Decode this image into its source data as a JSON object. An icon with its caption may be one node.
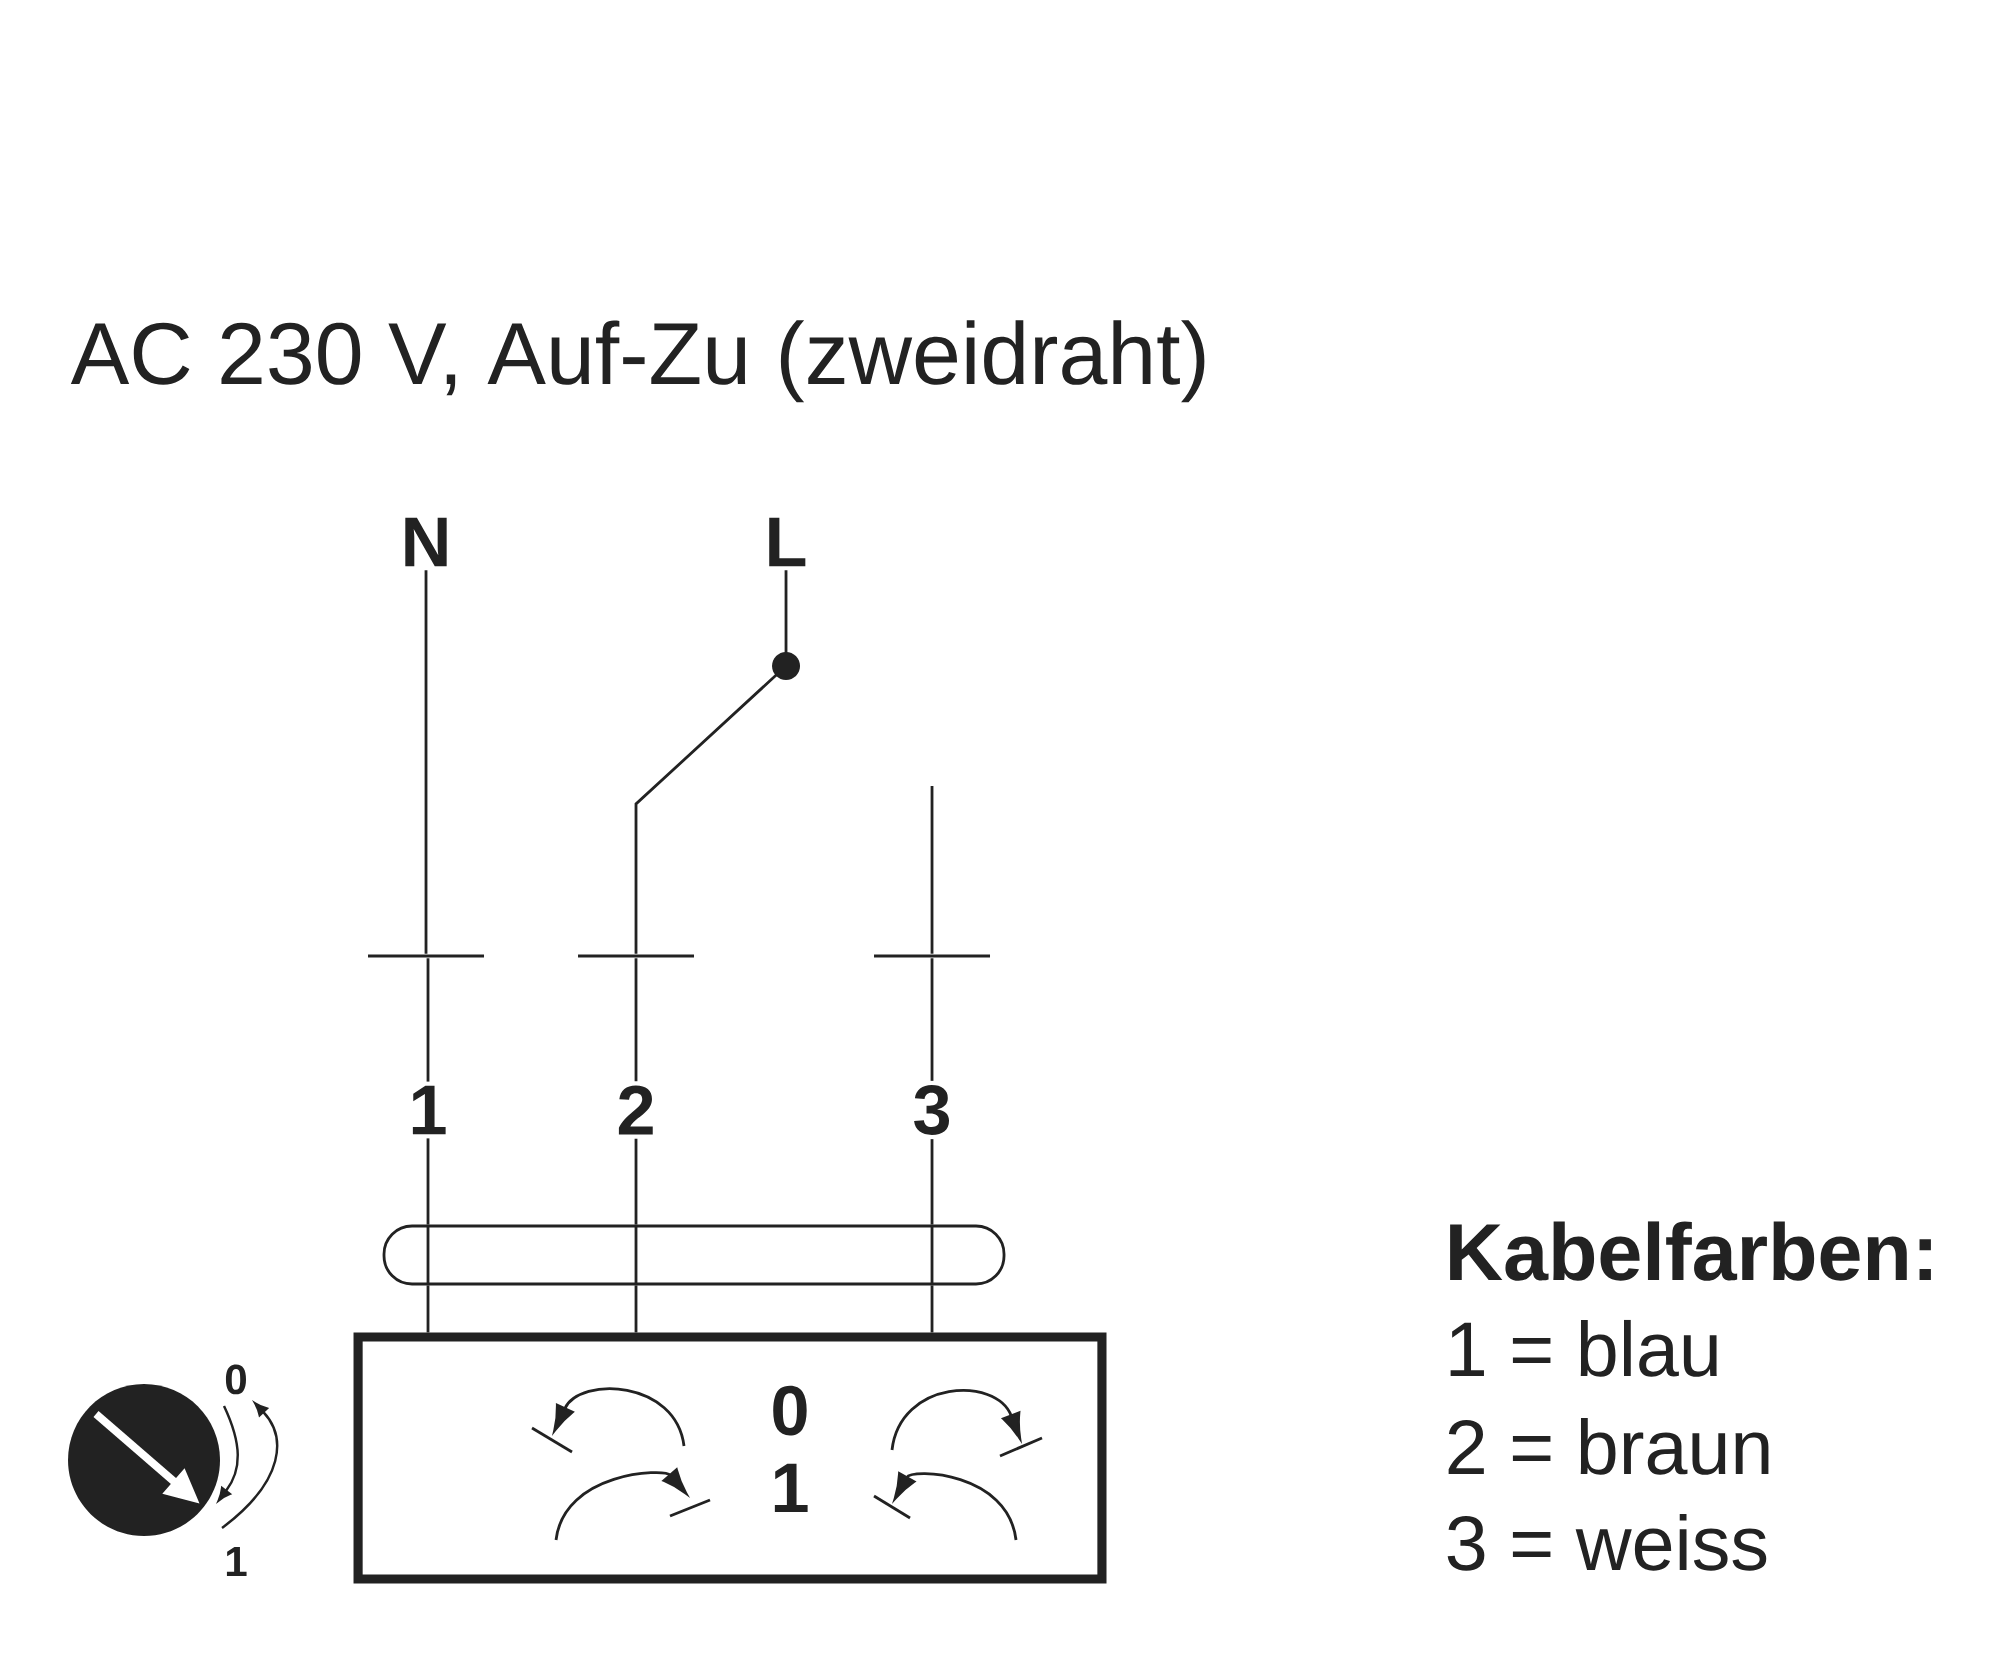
{
  "diagram": {
    "title": "AC 230 V, Auf-Zu (zweidraht)",
    "nodes": [
      {
        "text": [
          "N"
        ]
      },
      {
        "text": [
          "L"
        ]
      },
      {
        "text": [],
        "shape": "bar"
      },
      {
        "text": [],
        "shape": "bar"
      },
      {
        "text": [],
        "shape": "bar"
      },
      {
        "text": [
          "1"
        ]
      },
      {
        "text": [
          "2"
        ]
      },
      {
        "text": [
          "3"
        ]
      },
      {
        "text": [],
        "shape": "box"
      },
      {
        "text": [
          "0",
          "1"
        ]
      }
    ],
    "edges": [
      {
        "from": 0,
        "to": 2,
        "arrow": "none"
      },
      {
        "from": 1,
        "to": 3,
        "arrow": "none"
      },
      {
        "from": null,
        "to": 4,
        "arrow": "none"
      },
      {
        "from": 2,
        "to": 5,
        "arrow": "none"
      },
      {
        "from": 3,
        "to": 6,
        "arrow": "none"
      },
      {
        "from": 4,
        "to": 7,
        "arrow": "none"
      },
      {
        "from": 5,
        "to": 8,
        "arrow": "none"
      },
      {
        "from": 6,
        "to": 8,
        "arrow": "none"
      },
      {
        "from": 7,
        "to": 8,
        "arrow": "none"
      },
      {
        "from": 8,
        "to": 9,
        "arrow": "none"
      },
      {
        "from": 8,
        "to": 9,
        "arrow": "none"
      },
      {
        "from": 8,
        "to": 9,
        "arrow": "none"
      }
    ],
    "labels": [
      "Kabelfarben:",
      "0",
      "1 = blau",
      "2 = braun",
      "1",
      "3 = weiss"
    ]
  }
}
